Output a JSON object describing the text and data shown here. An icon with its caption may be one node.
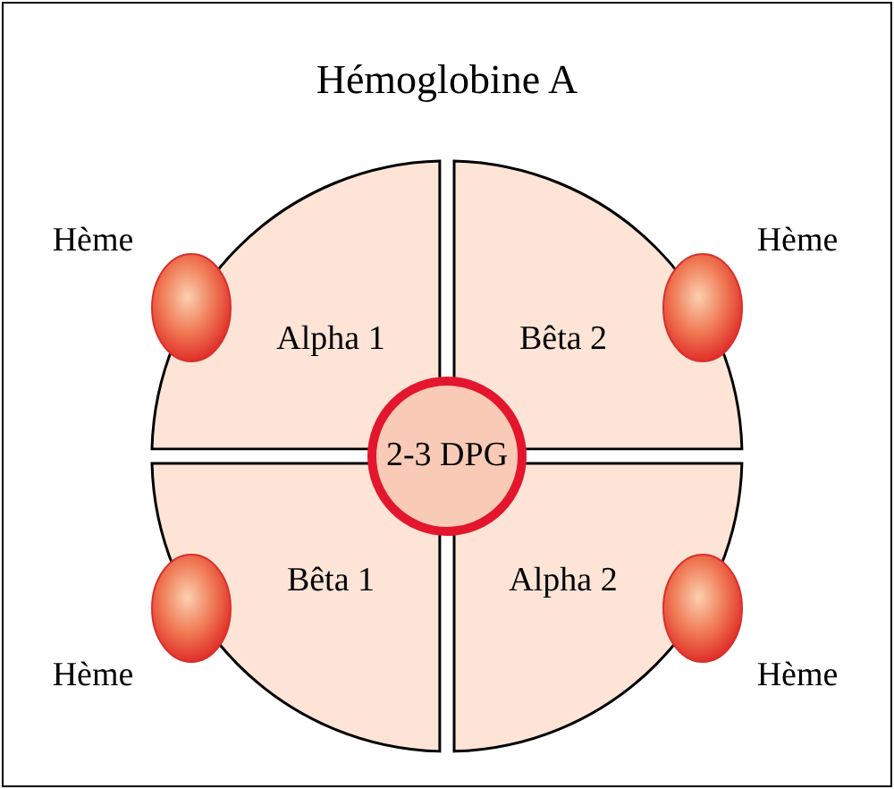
{
  "diagram": {
    "title": "Hémoglobine A",
    "nodes": [
      {
        "text": [
          "Alpha 1"
        ]
      },
      {
        "text": [
          "Bêta 2"
        ]
      },
      {
        "text": [
          "Bêta 1"
        ]
      },
      {
        "text": [
          "Alpha 2"
        ]
      },
      {
        "text": [
          "2-3 DPG"
        ]
      },
      {
        "text": [],
        "shape": "circle",
        "beside": [
          "Hème"
        ]
      },
      {
        "text": [],
        "shape": "circle",
        "beside": [
          "Hème"
        ]
      },
      {
        "text": [],
        "shape": "circle",
        "beside": [
          "Hème"
        ]
      },
      {
        "text": [],
        "shape": "circle",
        "beside": [
          "Hème"
        ]
      }
    ],
    "edges": []
  }
}
